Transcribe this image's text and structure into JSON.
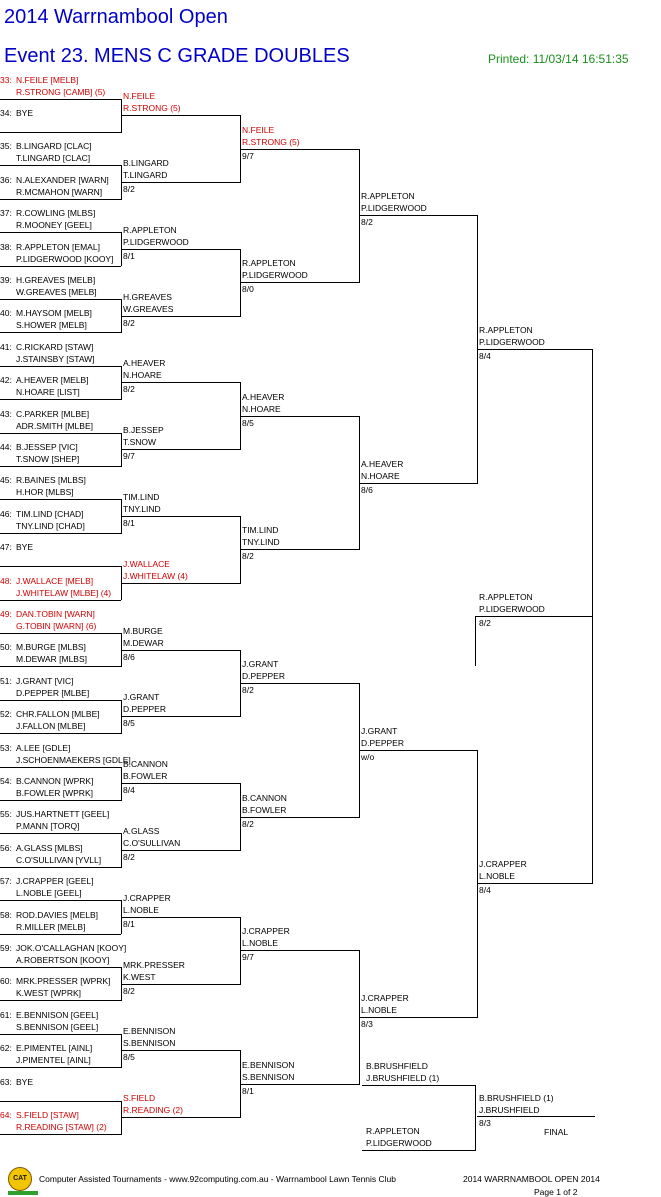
{
  "header": {
    "tournament": "2014 Warrnambool Open",
    "event": "Event 23. MENS C GRADE DOUBLES",
    "printed": "Printed: 11/03/14 16:51:35"
  },
  "round1": [
    {
      "n": "33:",
      "p1": "N.FEILE [MELB]",
      "p2": "R.STRONG [CAMB] (5)",
      "seed": true
    },
    {
      "n": "34:",
      "p1": "BYE",
      "p2": ""
    },
    {
      "n": "35:",
      "p1": "B.LINGARD [CLAC]",
      "p2": "T.LINGARD [CLAC]"
    },
    {
      "n": "36:",
      "p1": "N.ALEXANDER [WARN]",
      "p2": "R.MCMAHON [WARN]"
    },
    {
      "n": "37:",
      "p1": "R.COWLING [MLBS]",
      "p2": "R.MOONEY [GEEL]"
    },
    {
      "n": "38:",
      "p1": "R.APPLETON [EMAL]",
      "p2": "P.LIDGERWOOD [KOOY]"
    },
    {
      "n": "39:",
      "p1": "H.GREAVES [MELB]",
      "p2": "W.GREAVES [MELB]"
    },
    {
      "n": "40:",
      "p1": "M.HAYSOM [MELB]",
      "p2": "S.HOWER [MELB]"
    },
    {
      "n": "41:",
      "p1": "C.RICKARD [STAW]",
      "p2": "J.STAINSBY [STAW]"
    },
    {
      "n": "42:",
      "p1": "A.HEAVER [MELB]",
      "p2": "N.HOARE [LIST]"
    },
    {
      "n": "43:",
      "p1": "C.PARKER [MLBE]",
      "p2": "ADR.SMITH [MLBE]"
    },
    {
      "n": "44:",
      "p1": "B.JESSEP [VIC]",
      "p2": "T.SNOW [SHEP]"
    },
    {
      "n": "45:",
      "p1": "R.BAINES [MLBS]",
      "p2": "H.HOR [MLBS]"
    },
    {
      "n": "46:",
      "p1": "TIM.LIND [CHAD]",
      "p2": "TNY.LIND [CHAD]"
    },
    {
      "n": "47:",
      "p1": "BYE",
      "p2": ""
    },
    {
      "n": "48:",
      "p1": "J.WALLACE [MELB]",
      "p2": "J.WHITELAW [MLBE] (4)",
      "seed": true
    },
    {
      "n": "49:",
      "p1": "DAN.TOBIN [WARN]",
      "p2": "G.TOBIN [WARN] (6)",
      "seed": true
    },
    {
      "n": "50:",
      "p1": "M.BURGE [MLBS]",
      "p2": "M.DEWAR [MLBS]"
    },
    {
      "n": "51:",
      "p1": "J.GRANT [VIC]",
      "p2": "D.PEPPER [MLBE]"
    },
    {
      "n": "52:",
      "p1": "CHR.FALLON [MLBE]",
      "p2": "J.FALLON [MLBE]"
    },
    {
      "n": "53:",
      "p1": "A.LEE [GDLE]",
      "p2": "J.SCHOENMAEKERS [GDLE]"
    },
    {
      "n": "54:",
      "p1": "B.CANNON [WPRK]",
      "p2": "B.FOWLER [WPRK]"
    },
    {
      "n": "55:",
      "p1": "JUS.HARTNETT [GEEL]",
      "p2": "P.MANN [TORQ]"
    },
    {
      "n": "56:",
      "p1": "A.GLASS [MLBS]",
      "p2": "C.O'SULLIVAN [YVLL]"
    },
    {
      "n": "57:",
      "p1": "J.CRAPPER [GEEL]",
      "p2": "L.NOBLE [GEEL]"
    },
    {
      "n": "58:",
      "p1": "ROD.DAVIES [MELB]",
      "p2": "R.MILLER [MELB]"
    },
    {
      "n": "59:",
      "p1": "JOK.O'CALLAGHAN [KOOY]",
      "p2": "A.ROBERTSON [KOOY]"
    },
    {
      "n": "60:",
      "p1": "MRK.PRESSER [WPRK]",
      "p2": "K.WEST [WPRK]"
    },
    {
      "n": "61:",
      "p1": "E.BENNISON [GEEL]",
      "p2": "S.BENNISON [GEEL]"
    },
    {
      "n": "62:",
      "p1": "E.PIMENTEL [AINL]",
      "p2": "J.PIMENTEL [AINL]"
    },
    {
      "n": "63:",
      "p1": "BYE",
      "p2": ""
    },
    {
      "n": "64:",
      "p1": "S.FIELD [STAW]",
      "p2": "R.READING [STAW] (2)",
      "seed": true
    }
  ],
  "round2": [
    {
      "p1": "N.FEILE",
      "p2": "R.STRONG (5)",
      "score": "",
      "seed": true
    },
    {
      "p1": "B.LINGARD",
      "p2": "T.LINGARD",
      "score": "8/2"
    },
    {
      "p1": "R.APPLETON",
      "p2": "P.LIDGERWOOD",
      "score": "8/1"
    },
    {
      "p1": "H.GREAVES",
      "p2": "W.GREAVES",
      "score": "8/2"
    },
    {
      "p1": "A.HEAVER",
      "p2": "N.HOARE",
      "score": "8/2"
    },
    {
      "p1": "B.JESSEP",
      "p2": "T.SNOW",
      "score": "9/7"
    },
    {
      "p1": "TIM.LIND",
      "p2": "TNY.LIND",
      "score": "8/1"
    },
    {
      "p1": "J.WALLACE",
      "p2": "J.WHITELAW (4)",
      "score": "",
      "seed": true
    },
    {
      "p1": "M.BURGE",
      "p2": "M.DEWAR",
      "score": "8/6"
    },
    {
      "p1": "J.GRANT",
      "p2": "D.PEPPER",
      "score": "8/5"
    },
    {
      "p1": "B.CANNON",
      "p2": "B.FOWLER",
      "score": "8/4"
    },
    {
      "p1": "A.GLASS",
      "p2": "C.O'SULLIVAN",
      "score": "8/2"
    },
    {
      "p1": "J.CRAPPER",
      "p2": "L.NOBLE",
      "score": "8/1"
    },
    {
      "p1": "MRK.PRESSER",
      "p2": "K.WEST",
      "score": "8/2"
    },
    {
      "p1": "E.BENNISON",
      "p2": "S.BENNISON",
      "score": "8/5"
    },
    {
      "p1": "S.FIELD",
      "p2": "R.READING (2)",
      "score": "",
      "seed": true
    }
  ],
  "round3": [
    {
      "p1": "N.FEILE",
      "p2": "R.STRONG (5)",
      "score": "9/7",
      "seed": true
    },
    {
      "p1": "R.APPLETON",
      "p2": "P.LIDGERWOOD",
      "score": "8/0"
    },
    {
      "p1": "A.HEAVER",
      "p2": "N.HOARE",
      "score": "8/5"
    },
    {
      "p1": "TIM.LIND",
      "p2": "TNY.LIND",
      "score": "8/2"
    },
    {
      "p1": "J.GRANT",
      "p2": "D.PEPPER",
      "score": "8/2"
    },
    {
      "p1": "B.CANNON",
      "p2": "B.FOWLER",
      "score": "8/2"
    },
    {
      "p1": "J.CRAPPER",
      "p2": "L.NOBLE",
      "score": "9/7"
    },
    {
      "p1": "E.BENNISON",
      "p2": "S.BENNISON",
      "score": "8/1"
    }
  ],
  "round4": [
    {
      "p1": "R.APPLETON",
      "p2": "P.LIDGERWOOD",
      "score": "8/2"
    },
    {
      "p1": "A.HEAVER",
      "p2": "N.HOARE",
      "score": "8/6"
    },
    {
      "p1": "J.GRANT",
      "p2": "D.PEPPER",
      "score": "w/o"
    },
    {
      "p1": "J.CRAPPER",
      "p2": "L.NOBLE",
      "score": "8/3"
    }
  ],
  "round5": [
    {
      "p1": "R.APPLETON",
      "p2": "P.LIDGERWOOD",
      "score": "8/4"
    },
    {
      "p1": "J.CRAPPER",
      "p2": "L.NOBLE",
      "score": "8/4"
    }
  ],
  "round6": [
    {
      "p1": "R.APPLETON",
      "p2": "P.LIDGERWOOD",
      "score": "8/2"
    }
  ],
  "final": {
    "finalist_top": {
      "p1": "B.BRUSHFIELD",
      "p2": "J.BRUSHFIELD (1)"
    },
    "finalist_bottom": {
      "p1": "R.APPLETON",
      "p2": "P.LIDGERWOOD"
    },
    "winner": {
      "p1": "B.BRUSHFIELD (1)",
      "p2": "J.BRUSHFIELD",
      "score": "8/3"
    },
    "label": "FINAL"
  },
  "footer": {
    "logo": "CAT",
    "credit": "Computer Assisted Tournaments - www.92computing.com.au  -  Warrnambool Lawn Tennis Club",
    "event": "2014 WARRNAMBOOL OPEN 2014",
    "page": "Page 1 of 2"
  }
}
